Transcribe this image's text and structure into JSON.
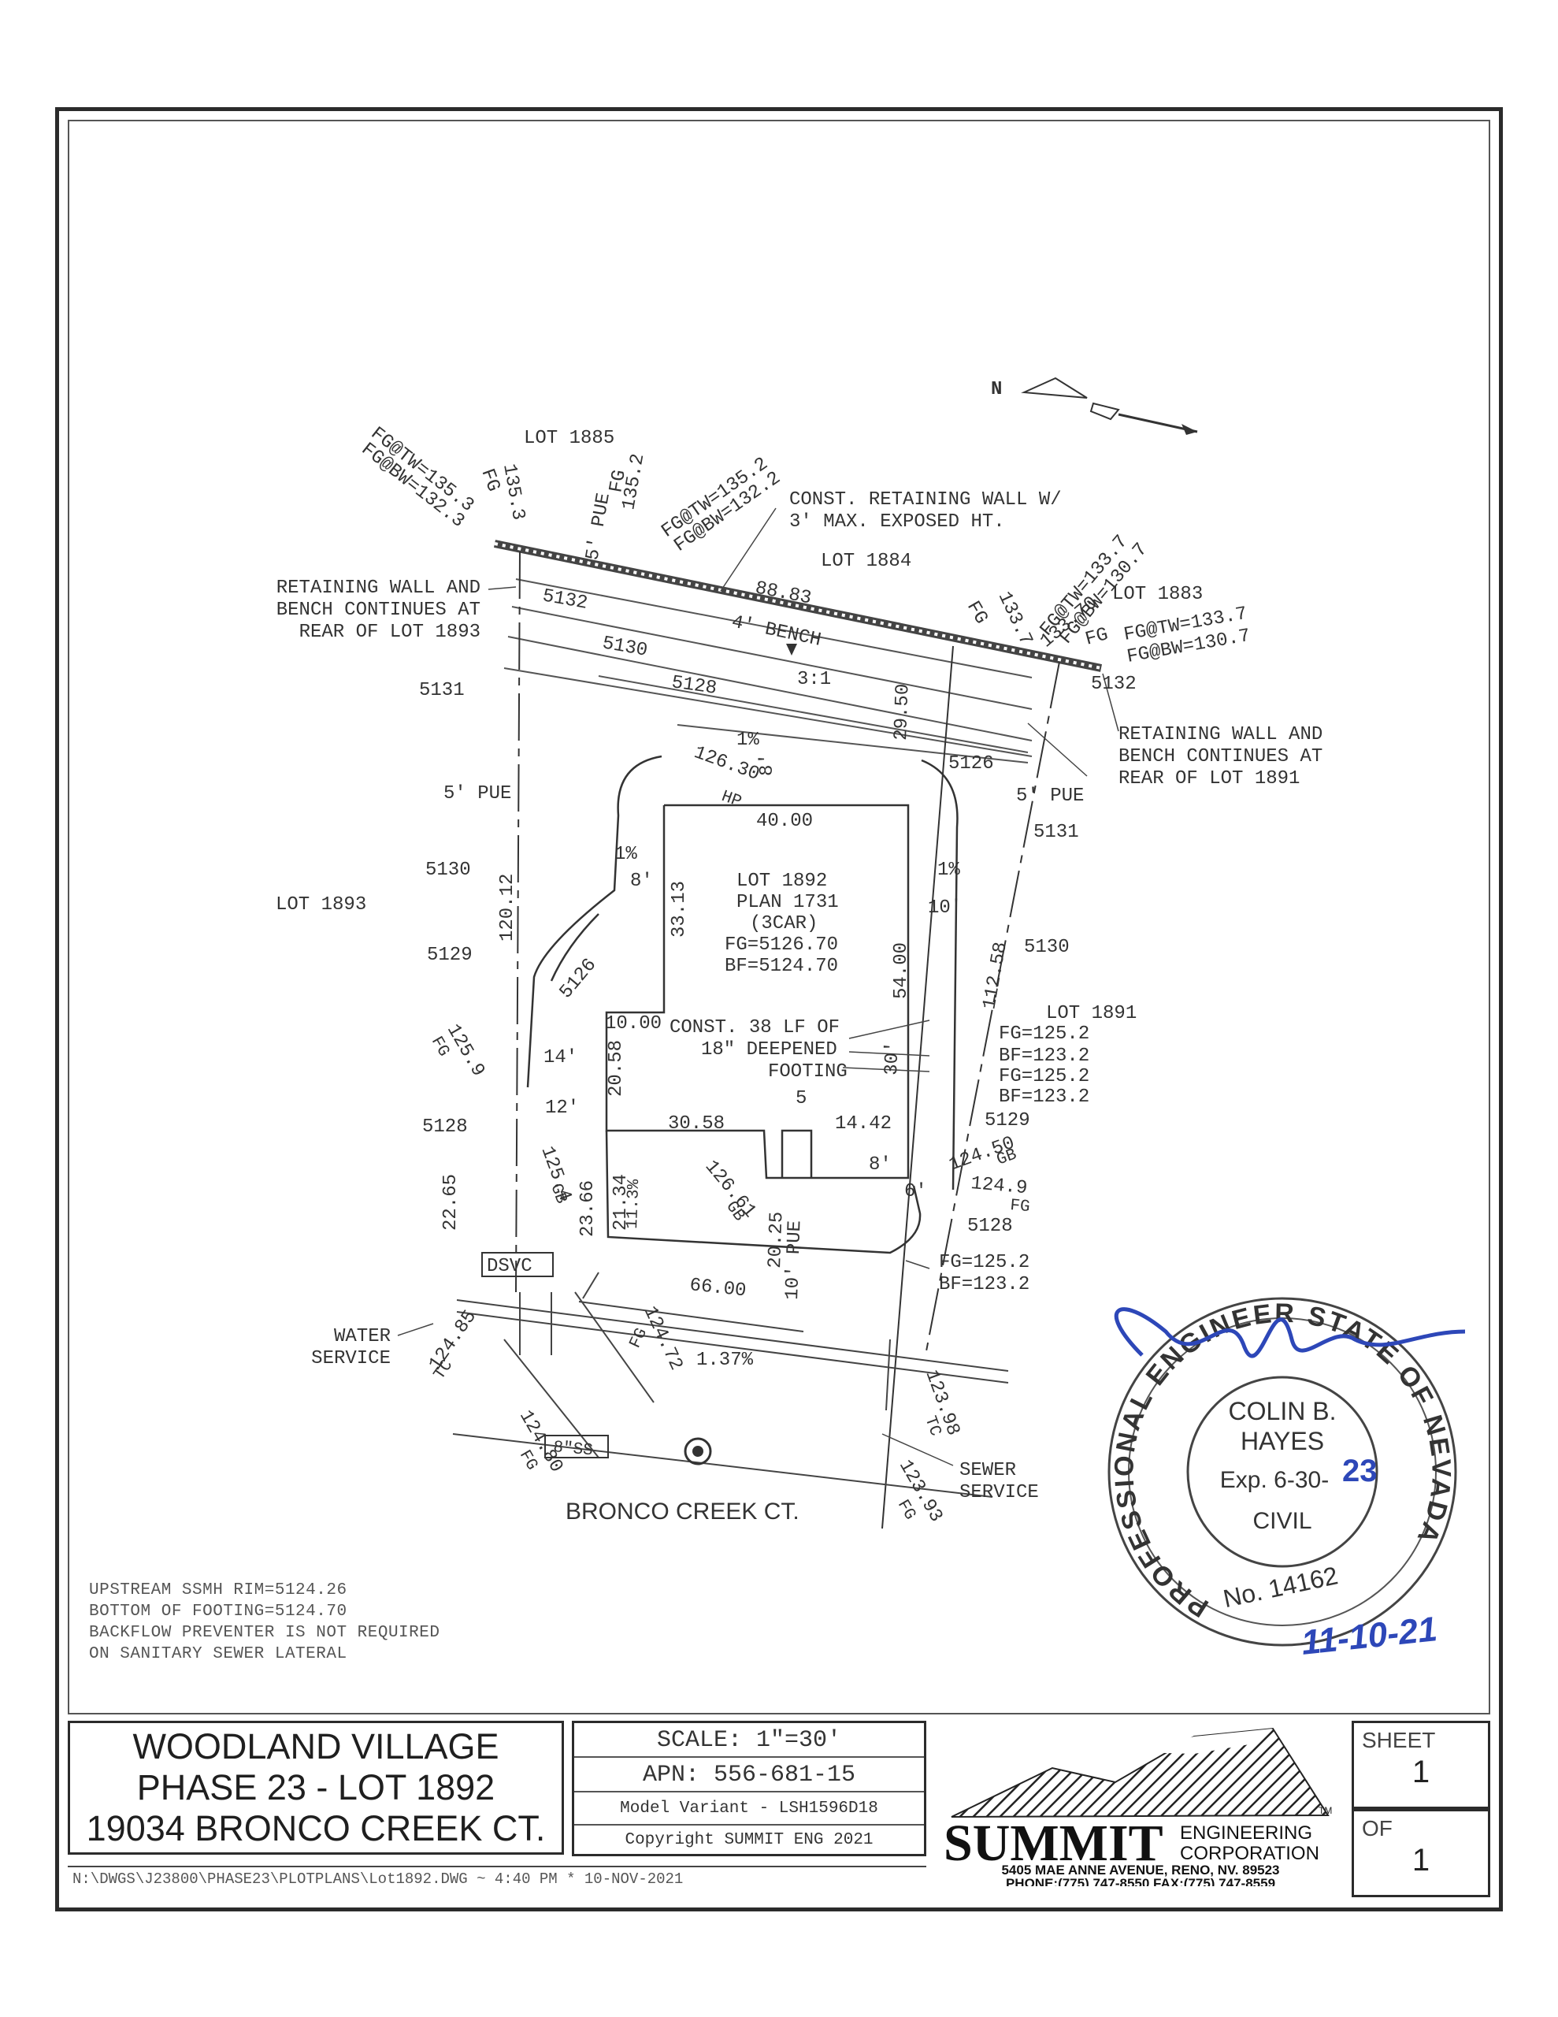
{
  "plan": {
    "lots": {
      "north_top": "LOT 1885",
      "north_mid": "LOT 1884",
      "north_right": "LOT 1883",
      "west": "LOT 1893",
      "east": "LOT 1891"
    },
    "walls": {
      "top_note_1": "CONST. RETAINING WALL W/",
      "top_note_2": "3' MAX. EXPOSED HT.",
      "left_note_1": "RETAINING WALL AND",
      "left_note_2": "BENCH CONTINUES AT",
      "left_note_3": "REAR OF LOT 1893",
      "right_note_1": "RETAINING WALL AND",
      "right_note_2": "BENCH CONTINUES AT",
      "right_note_3": "REAR OF LOT 1891",
      "tw_bw_a1": "FG@TW=135.3",
      "tw_bw_a2": "FG@BW=132.3",
      "tw_bw_b1": "FG@TW=135.2",
      "tw_bw_b2": "FG@BW=132.2",
      "tw_bw_c1": "FG@TW=133.7",
      "tw_bw_c2": "FG@BW=130.7",
      "tw_bw_d1": "FG@TW=133.7",
      "tw_bw_d2": "FG@BW=130.7",
      "fg_a": "FG",
      "elev_a": "135.3",
      "fg_b": "FG",
      "elev_b": "135.2",
      "pue_top": "5' PUE",
      "fg_c": "FG",
      "elev_c": "133.7",
      "elev_d": "133.70",
      "fg_d": "FG",
      "bench": "4' BENCH",
      "dim_wall": "88.83",
      "slope": "3:1"
    },
    "contours": {
      "c5132a": "5132",
      "c5132b": "5132",
      "c5130a": "5130",
      "c5131a": "5131",
      "c5128a": "5128",
      "c5126a": "5126",
      "c5131b": "5131",
      "c5130b": "5130",
      "c5129a": "5129",
      "c5130c": "5130",
      "c5126b": "5126",
      "c5129b": "5129",
      "c5128b": "5128",
      "c5128c": "5128"
    },
    "labels": {
      "pue_left": "5' PUE",
      "pue_right": "5' PUE",
      "pue_front": "10' PUE",
      "hp_elev": "126.30",
      "hp": "HP",
      "slope_top": "1%",
      "slope_left": "1%",
      "slope_right": "1%",
      "slope_front": "1.37%",
      "slope_drive": "11.3%",
      "dim_8a": "8'",
      "dim_8b": "8'",
      "dim_8c": "8'",
      "dim_10": "10'",
      "dim_14": "14'",
      "dim_12": "12'",
      "dim_30": "30'",
      "dim_6": "6'",
      "dim_40": "40.00",
      "dim_3313": "33.13",
      "dim_5400": "54.00",
      "dim_12012": "120.12",
      "dim_11258": "112.58",
      "dim_2950": "29.50",
      "dim_1000": "10.00",
      "dim_2058": "20.58",
      "dim_3058": "30.58",
      "dim_1442": "14.42",
      "dim_5": "5",
      "dim_2265": "22.65",
      "dim_2366": "23.66",
      "dim_2134": "21.34",
      "dim_2025": "20.25",
      "dim_6600": "66.00",
      "lot_1": "LOT 1892",
      "lot_2": "PLAN 1731",
      "lot_3": "(3CAR)",
      "lot_4": "FG=5126.70",
      "lot_5": "BF=5124.70",
      "footing_1": "CONST. 38 LF OF",
      "footing_2": "18\" DEEPENED",
      "footing_3": "FOOTING",
      "fgbf_1": "FG=125.2",
      "fgbf_2": "BF=123.2",
      "fgbf_3": "FG=125.2",
      "fgbf_4": "BF=123.2",
      "fgbf_5": "FG=125.2",
      "fgbf_6": "BF=123.2",
      "e1259": "125.9",
      "fg_1259": "FG",
      "e1254": "125.4",
      "gb_1254": "GB",
      "e12661": "126.61",
      "gb_12661": "GB",
      "e12450": "124.50",
      "gb_12450": "GB",
      "e1249": "124.9",
      "fg_1249": "FG",
      "e12472": "124.72",
      "fg_12472": "FG",
      "e12485": "124.85",
      "tc_12485": "TC",
      "e12398": "123.98",
      "tc_12398": "TC",
      "e12480": "124.80",
      "fg_12480": "FG",
      "e12393": "123.93",
      "fg_12393": "FG",
      "dsvc": "DSVC",
      "water_1": "WATER",
      "water_2": "SERVICE",
      "sewer_1": "SEWER",
      "sewer_2": "SERVICE",
      "ss": "8\"SS",
      "street": "BRONCO CREEK CT."
    }
  },
  "notes": [
    "UPSTREAM SSMH RIM=5124.26",
    "BOTTOM OF FOOTING=5124.70",
    "BACKFLOW PREVENTER IS NOT REQUIRED",
    "ON SANITARY SEWER LATERAL"
  ],
  "seal": {
    "top_arc": "PROFESSIONAL ENGINEER STATE OF NEVADA",
    "name_1": "COLIN B.",
    "name_2": "HAYES",
    "exp": "Exp. 6-30-",
    "exp_year": "23",
    "discipline": "CIVIL",
    "number": "No. 14162",
    "date": "11-10-21"
  },
  "title_block": {
    "project_1": "WOODLAND VILLAGE",
    "project_2": "PHASE 23 - LOT 1892",
    "project_3": "19034 BRONCO CREEK CT.",
    "scale": "SCALE: 1\"=30'",
    "apn": "APN: 556-681-15",
    "model": "Model Variant - LSH1596D18",
    "copyright": "Copyright SUMMIT ENG 2021",
    "company": "SUMMIT",
    "company_sub_1": "ENGINEERING",
    "company_sub_2": "CORPORATION",
    "address": "5405 MAE ANNE AVENUE, RENO, NV. 89523",
    "phone": "PHONE:(775) 747-8550 FAX:(775) 747-8559",
    "sheet_label": "SHEET",
    "sheet_value": "1",
    "of_label": "OF",
    "of_value": "1",
    "file_path": "N:\\DWGS\\J23800\\PHASE23\\PLOTPLANS\\Lot1892.DWG ~ 4:40 PM * 10-NOV-2021"
  }
}
